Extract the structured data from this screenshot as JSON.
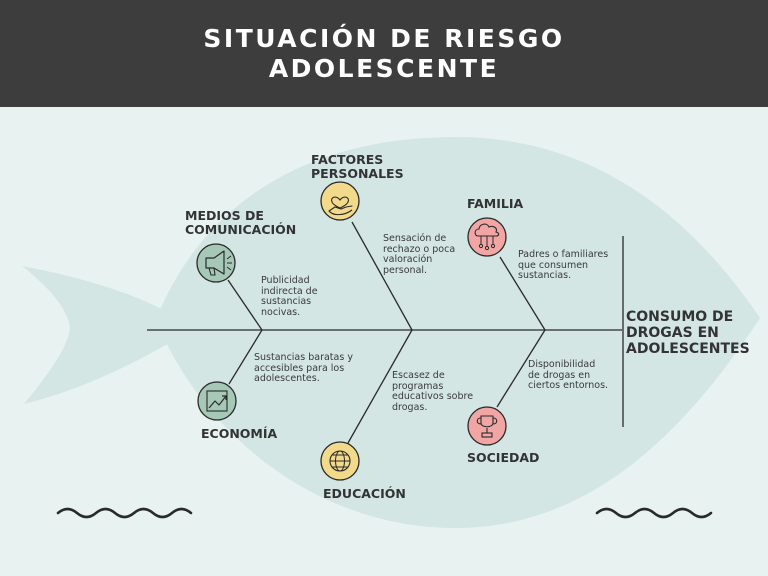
{
  "header": {
    "title": "SITUACIÓN DE RIESGO ADOLESCENTE"
  },
  "effect": "CONSUMO DE DROGAS EN ADOLESCENTES",
  "causes": [
    {
      "label": "MEDIOS DE COMUNICACIÓN",
      "description": "Publicidad indirecta de sustancias nocivas.",
      "icon": "megaphone-icon",
      "color": "#a6c8b7"
    },
    {
      "label": "FACTORES PERSONALES",
      "description": "Sensación de rechazo o poca valoración personal.",
      "icon": "heart-hand-icon",
      "color": "#f3d98a"
    },
    {
      "label": "FAMILIA",
      "description": "Padres o familiares que consumen sustancias.",
      "icon": "family-network-icon",
      "color": "#f2a5a5"
    },
    {
      "label": "ECONOMÍA",
      "description": "Sustancias baratas y accesibles para los adolescentes.",
      "icon": "trend-chart-icon",
      "color": "#a6c8b7"
    },
    {
      "label": "EDUCACIÓN",
      "description": "Escasez de programas educativos sobre drogas.",
      "icon": "globe-icon",
      "color": "#f3d98a"
    },
    {
      "label": "SOCIEDAD",
      "description": "Disponibilidad de drogas en ciertos entornos.",
      "icon": "trophy-icon",
      "color": "#f2a5a5"
    }
  ],
  "colors": {
    "header_bg": "#3d3d3d",
    "fish_body": "#d3e6e3",
    "background": "#e8f2f1",
    "line": "#2a2a2a"
  }
}
